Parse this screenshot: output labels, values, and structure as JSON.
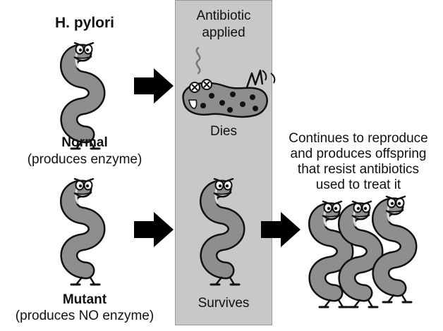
{
  "colors": {
    "panel": "#c8c8c8",
    "bacterium_body": "#8e8e8e",
    "arrow": "#000000",
    "text": "#111111"
  },
  "organism": {
    "name": "H. pylori"
  },
  "normal": {
    "label": "Normal",
    "sublabel": "(produces enzyme)"
  },
  "mutant": {
    "label": "Mutant",
    "sublabel": "(produces NO enzyme)"
  },
  "treatment": {
    "label_line1": "Antibiotic",
    "label_line2": "applied",
    "normal_outcome": "Dies",
    "mutant_outcome": "Survives"
  },
  "result": {
    "line1": "Continues to reproduce",
    "line2": "and produces offspring",
    "line3": "that resist antibiotics",
    "line4": "used to treat it"
  },
  "icons": {
    "arrow": "right-arrow-icon",
    "bacterium": "spiral-bacterium-icon",
    "dead_bacterium": "dead-bacterium-icon"
  }
}
